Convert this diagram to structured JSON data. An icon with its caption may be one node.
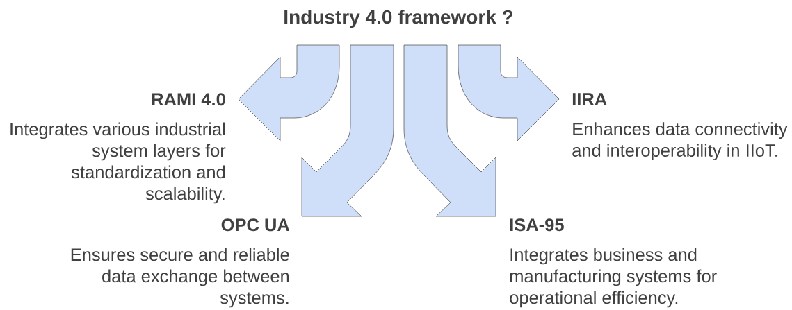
{
  "diagram": {
    "title": "Industry 4.0 framework ?",
    "nodes": [
      {
        "text": [
          "RAMI 4.0",
          "Integrates various industrial system layers for standardization and scalability."
        ]
      },
      {
        "text": [
          "IIRA",
          "Enhances data connectivity and interoperability in IIoT."
        ]
      },
      {
        "text": [
          "OPC UA",
          "Ensures secure and reliable data exchange between systems."
        ]
      },
      {
        "text": [
          "ISA-95",
          "Integrates business and manufacturing systems for operational efficiency."
        ]
      }
    ],
    "edges": [
      {
        "from": null,
        "to": 0,
        "arrow": "to"
      },
      {
        "from": null,
        "to": 1,
        "arrow": "to"
      },
      {
        "from": null,
        "to": 2,
        "arrow": "to"
      },
      {
        "from": null,
        "to": 3,
        "arrow": "to"
      }
    ]
  }
}
